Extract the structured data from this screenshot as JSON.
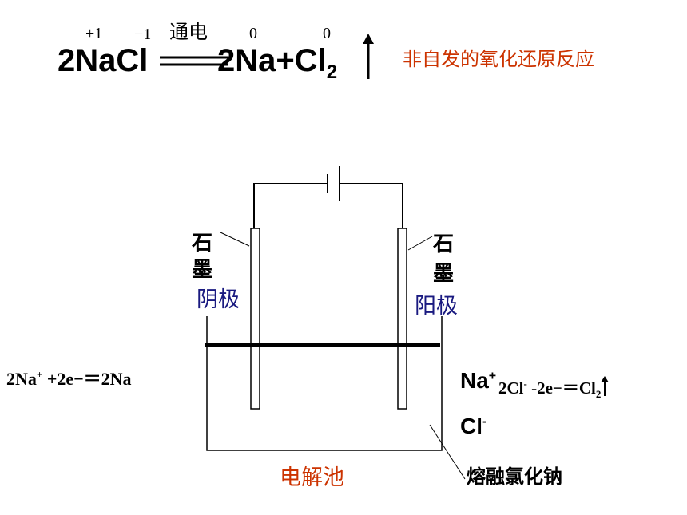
{
  "equation": {
    "ox_na": "+1",
    "ox_cl": "−1",
    "condition": "通电",
    "ox_na_product": "0",
    "ox_cl_product": "0",
    "reactant": "2NaCl",
    "product_na": "2Na+Cl",
    "product_cl_sub": "2",
    "note": "非自发的氧化还原反应"
  },
  "left_electrode": {
    "material_1": "石",
    "material_2": "墨",
    "name": "阴极",
    "reaction_lhs": "2Na",
    "reaction_sup": "+",
    "reaction_rest": " +2e−＝2Na"
  },
  "right_electrode": {
    "material_1": "石",
    "material_2": "墨",
    "name": "阳极",
    "reaction_main": "2Cl",
    "reaction_sup": "-",
    "reaction_rest": " -2e−＝Cl",
    "reaction_sub": "2"
  },
  "ions": {
    "cation": "Na",
    "cation_charge": "+",
    "anion": "Cl",
    "anion_charge": "-"
  },
  "cell_label": "电解池",
  "electrolyte_label": "熔融氯化钠",
  "colors": {
    "accent_red": "#cc3300",
    "electrode_blue": "#1a1a80",
    "text": "#000000"
  }
}
